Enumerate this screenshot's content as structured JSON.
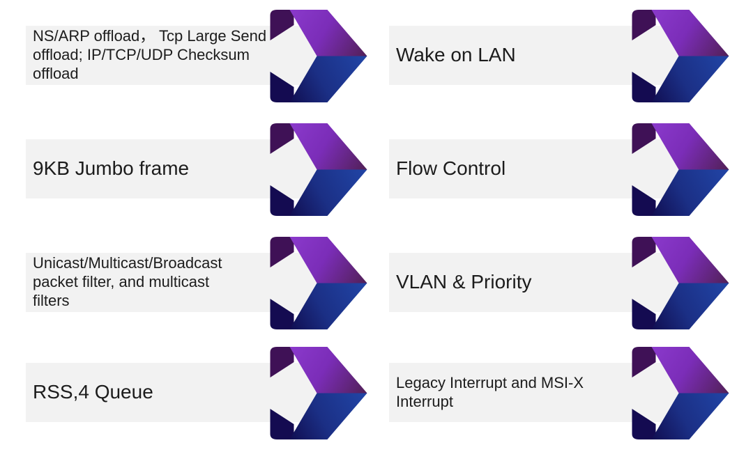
{
  "slide": {
    "background": "#ffffff",
    "description": "Feature list slide: eight gray label bars each pointing into a folded purple/navy chevron ribbon arrow, arranged in two columns by four rows"
  },
  "theme": {
    "bg": "#ffffff",
    "bar": "#f2f2f2",
    "text": "#1c1c1c",
    "arrow": {
      "fold_top": "#3f1156",
      "fold_bottom": "#140b51",
      "band_top_start": "#8a39cb",
      "band_top_mid": "#7b2db8",
      "band_top_end": "#512055",
      "band_bottom_start": "#0f094a",
      "band_bottom_mid": "#1b2f85",
      "band_bottom_end": "#2145a6"
    }
  },
  "items": [
    {
      "label": "NS/ARP offload， Tcp Large Send\noffload; IP/TCP/UDP Checksum\noffload",
      "column": "left",
      "row": 1,
      "size": "sm"
    },
    {
      "label": "Wake on LAN",
      "column": "right",
      "row": 1,
      "size": "lg"
    },
    {
      "label": "9KB Jumbo frame",
      "column": "left",
      "row": 2,
      "size": "lg"
    },
    {
      "label": "Flow Control",
      "column": "right",
      "row": 2,
      "size": "lg"
    },
    {
      "label": "Unicast/Multicast/Broadcast\npacket filter, and multicast\nfilters",
      "column": "left",
      "row": 3,
      "size": "sm"
    },
    {
      "label": "VLAN & Priority",
      "column": "right",
      "row": 3,
      "size": "lg"
    },
    {
      "label": "RSS,4 Queue",
      "column": "left",
      "row": 4,
      "size": "lg"
    },
    {
      "label": "Legacy Interrupt and MSI-X\nInterrupt",
      "column": "right",
      "row": 4,
      "size": "sm"
    }
  ]
}
